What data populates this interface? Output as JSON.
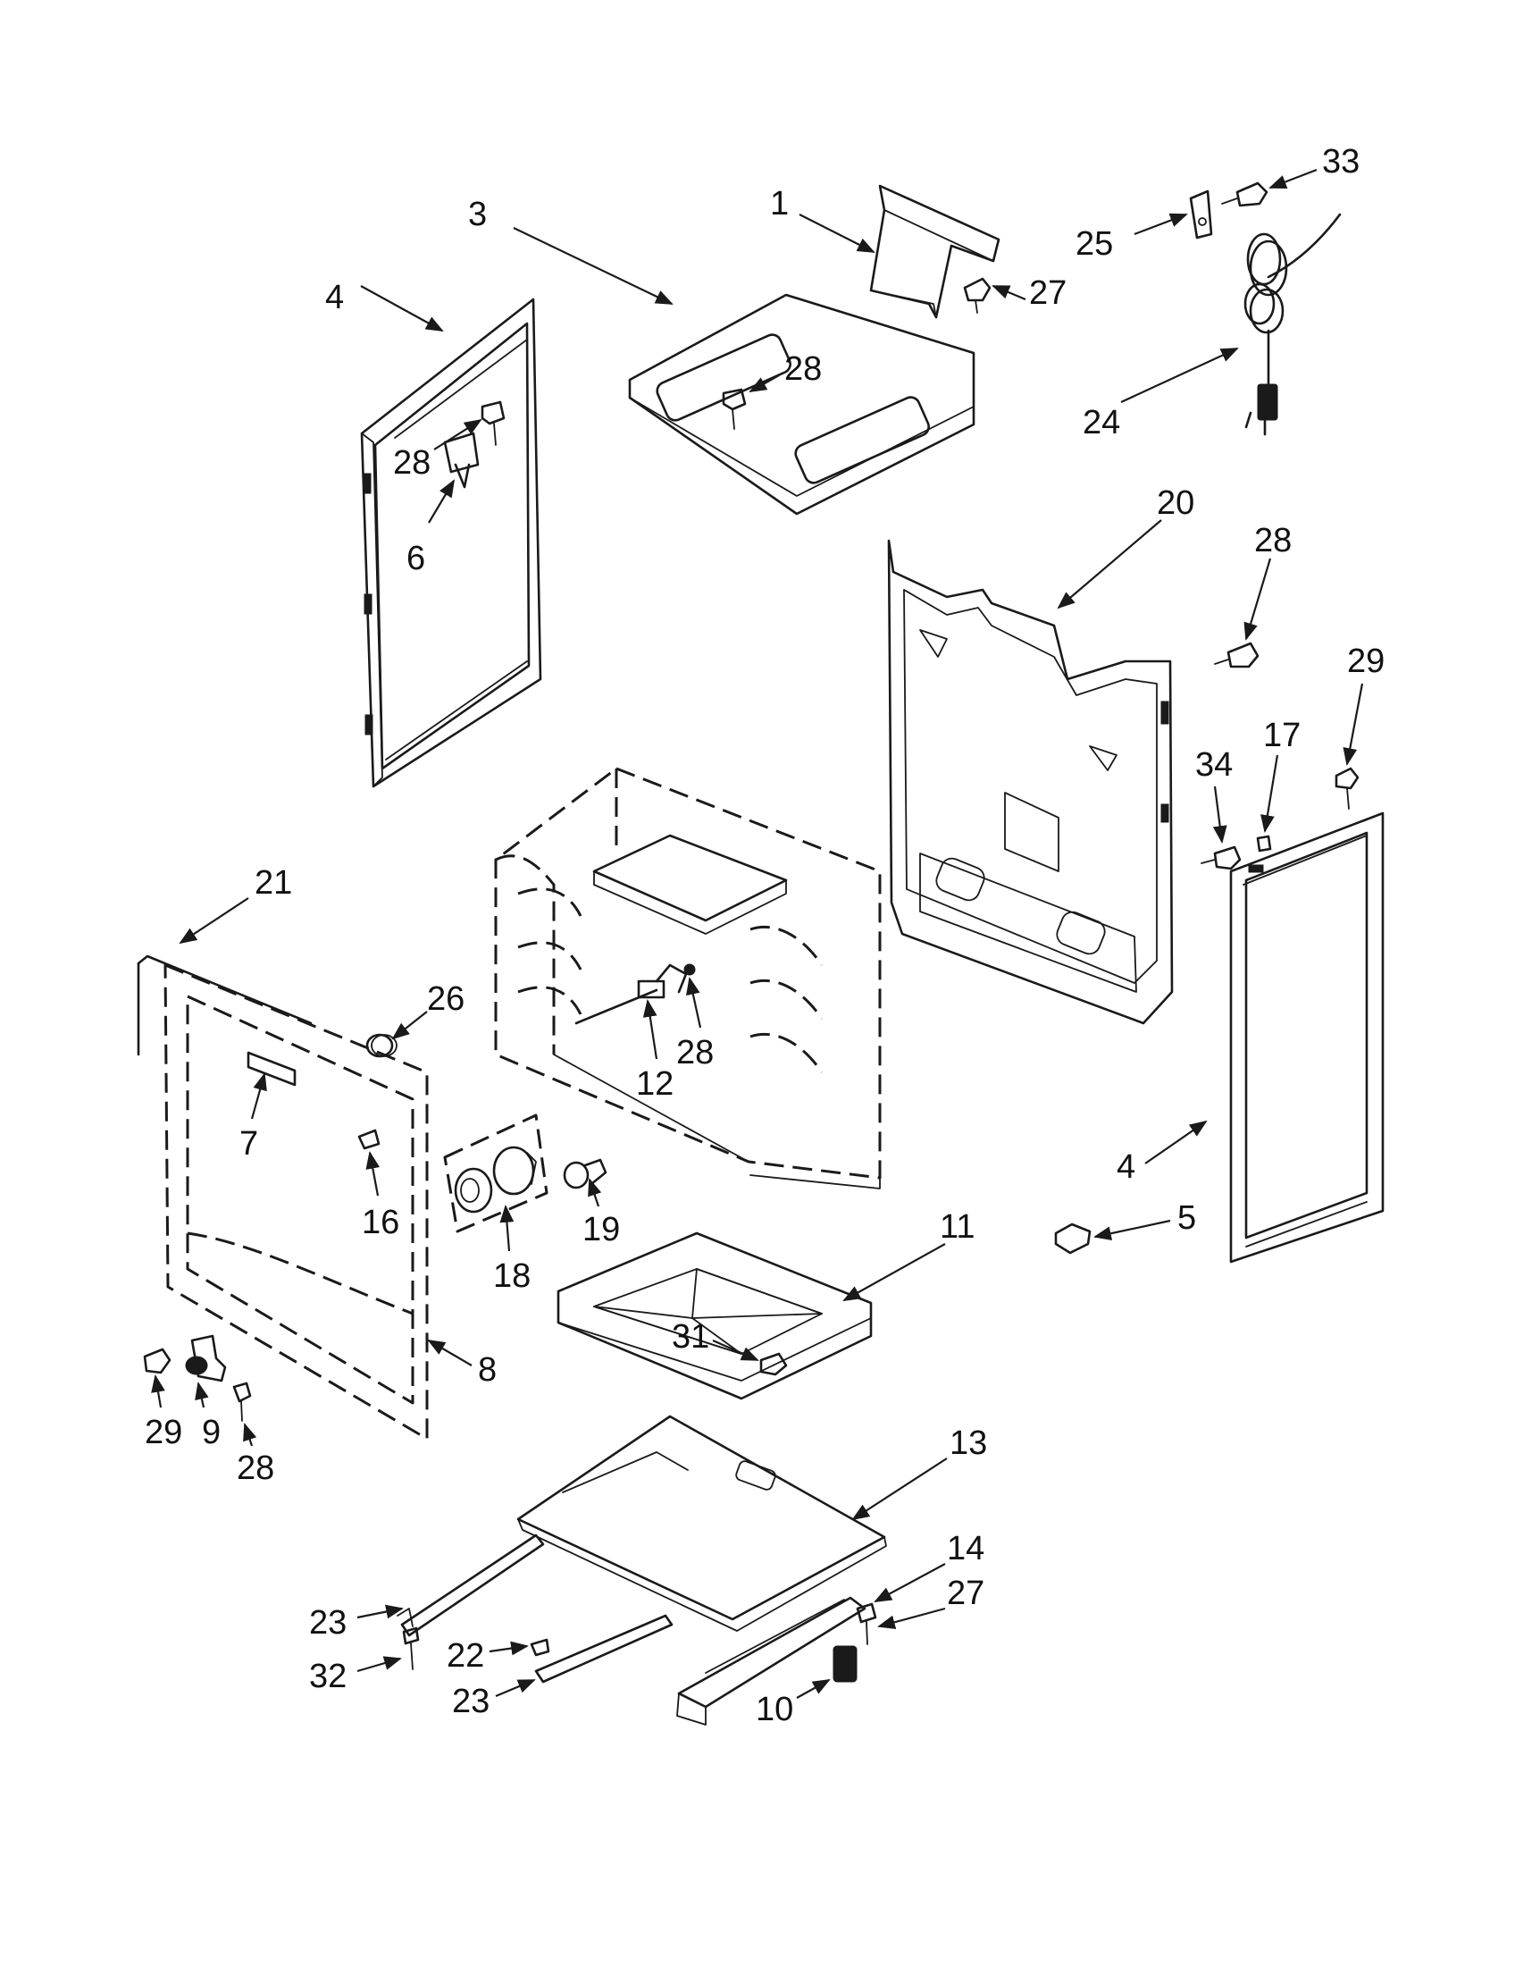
{
  "diagram": {
    "colors": {
      "line": "#1a1a1a",
      "background": "#ffffff"
    },
    "parts": [
      {
        "id": "p1",
        "label": "1"
      },
      {
        "id": "p3",
        "label": "3"
      },
      {
        "id": "p4a",
        "label": "4"
      },
      {
        "id": "p28a",
        "label": "28"
      },
      {
        "id": "p6",
        "label": "6"
      },
      {
        "id": "p27a",
        "label": "27"
      },
      {
        "id": "p28b",
        "label": "28"
      },
      {
        "id": "p33",
        "label": "33"
      },
      {
        "id": "p25",
        "label": "25"
      },
      {
        "id": "p24",
        "label": "24"
      },
      {
        "id": "p20",
        "label": "20"
      },
      {
        "id": "p28c",
        "label": "28"
      },
      {
        "id": "p29a",
        "label": "29"
      },
      {
        "id": "p34",
        "label": "34"
      },
      {
        "id": "p17",
        "label": "17"
      },
      {
        "id": "p21",
        "label": "21"
      },
      {
        "id": "p26",
        "label": "26"
      },
      {
        "id": "p28d",
        "label": "28"
      },
      {
        "id": "p12",
        "label": "12"
      },
      {
        "id": "p7",
        "label": "7"
      },
      {
        "id": "p16",
        "label": "16"
      },
      {
        "id": "p18",
        "label": "18"
      },
      {
        "id": "p19",
        "label": "19"
      },
      {
        "id": "p4b",
        "label": "4"
      },
      {
        "id": "p5",
        "label": "5"
      },
      {
        "id": "p11",
        "label": "11"
      },
      {
        "id": "p31",
        "label": "31"
      },
      {
        "id": "p8",
        "label": "8"
      },
      {
        "id": "p29b",
        "label": "29"
      },
      {
        "id": "p9",
        "label": "9"
      },
      {
        "id": "p28e",
        "label": "28"
      },
      {
        "id": "p13",
        "label": "13"
      },
      {
        "id": "p14",
        "label": "14"
      },
      {
        "id": "p27b",
        "label": "27"
      },
      {
        "id": "p23a",
        "label": "23"
      },
      {
        "id": "p22",
        "label": "22"
      },
      {
        "id": "p32",
        "label": "32"
      },
      {
        "id": "p23b",
        "label": "23"
      },
      {
        "id": "p10",
        "label": "10"
      }
    ]
  }
}
